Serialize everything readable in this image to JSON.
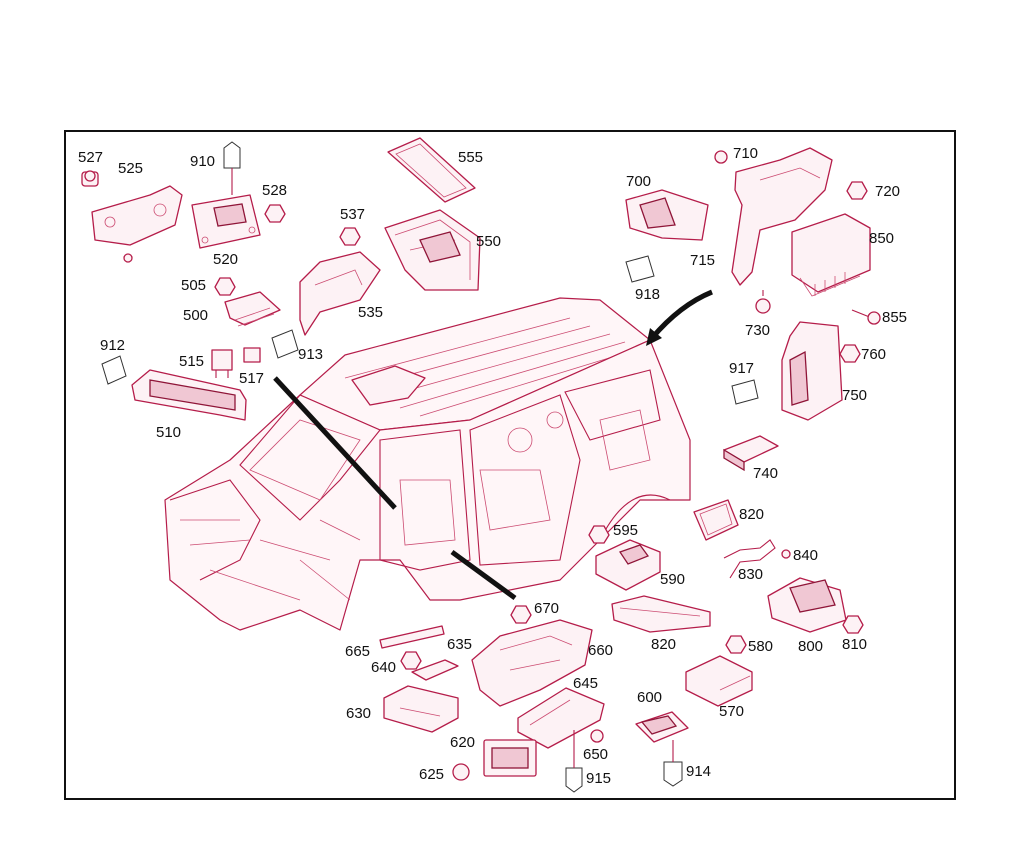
{
  "diagram": {
    "labels": [
      {
        "id": "527",
        "text": "527"
      },
      {
        "id": "525",
        "text": "525"
      },
      {
        "id": "910",
        "text": "910"
      },
      {
        "id": "528",
        "text": "528"
      },
      {
        "id": "520",
        "text": "520"
      },
      {
        "id": "555",
        "text": "555"
      },
      {
        "id": "537",
        "text": "537"
      },
      {
        "id": "550",
        "text": "550"
      },
      {
        "id": "535",
        "text": "535"
      },
      {
        "id": "505",
        "text": "505"
      },
      {
        "id": "500",
        "text": "500"
      },
      {
        "id": "913",
        "text": "913"
      },
      {
        "id": "912",
        "text": "912"
      },
      {
        "id": "515",
        "text": "515"
      },
      {
        "id": "517",
        "text": "517"
      },
      {
        "id": "510",
        "text": "510"
      },
      {
        "id": "700",
        "text": "700"
      },
      {
        "id": "918",
        "text": "918"
      },
      {
        "id": "710",
        "text": "710"
      },
      {
        "id": "720",
        "text": "720"
      },
      {
        "id": "850",
        "text": "850"
      },
      {
        "id": "715",
        "text": "715"
      },
      {
        "id": "730",
        "text": "730"
      },
      {
        "id": "855",
        "text": "855"
      },
      {
        "id": "917",
        "text": "917"
      },
      {
        "id": "760",
        "text": "760"
      },
      {
        "id": "750",
        "text": "750"
      },
      {
        "id": "740",
        "text": "740"
      },
      {
        "id": "820a",
        "text": "820"
      },
      {
        "id": "595",
        "text": "595"
      },
      {
        "id": "840",
        "text": "840"
      },
      {
        "id": "830",
        "text": "830"
      },
      {
        "id": "590",
        "text": "590"
      },
      {
        "id": "670",
        "text": "670"
      },
      {
        "id": "820b",
        "text": "820"
      },
      {
        "id": "800",
        "text": "800"
      },
      {
        "id": "810",
        "text": "810"
      },
      {
        "id": "665",
        "text": "665"
      },
      {
        "id": "635",
        "text": "635"
      },
      {
        "id": "640",
        "text": "640"
      },
      {
        "id": "660",
        "text": "660"
      },
      {
        "id": "580",
        "text": "580"
      },
      {
        "id": "645",
        "text": "645"
      },
      {
        "id": "600",
        "text": "600"
      },
      {
        "id": "570",
        "text": "570"
      },
      {
        "id": "630",
        "text": "630"
      },
      {
        "id": "620",
        "text": "620"
      },
      {
        "id": "650",
        "text": "650"
      },
      {
        "id": "625",
        "text": "625"
      },
      {
        "id": "915",
        "text": "915"
      },
      {
        "id": "914",
        "text": "914"
      }
    ]
  },
  "colors": {
    "line": "#b51d4a",
    "fill": "#fdf2f5",
    "frame": "#111111"
  }
}
